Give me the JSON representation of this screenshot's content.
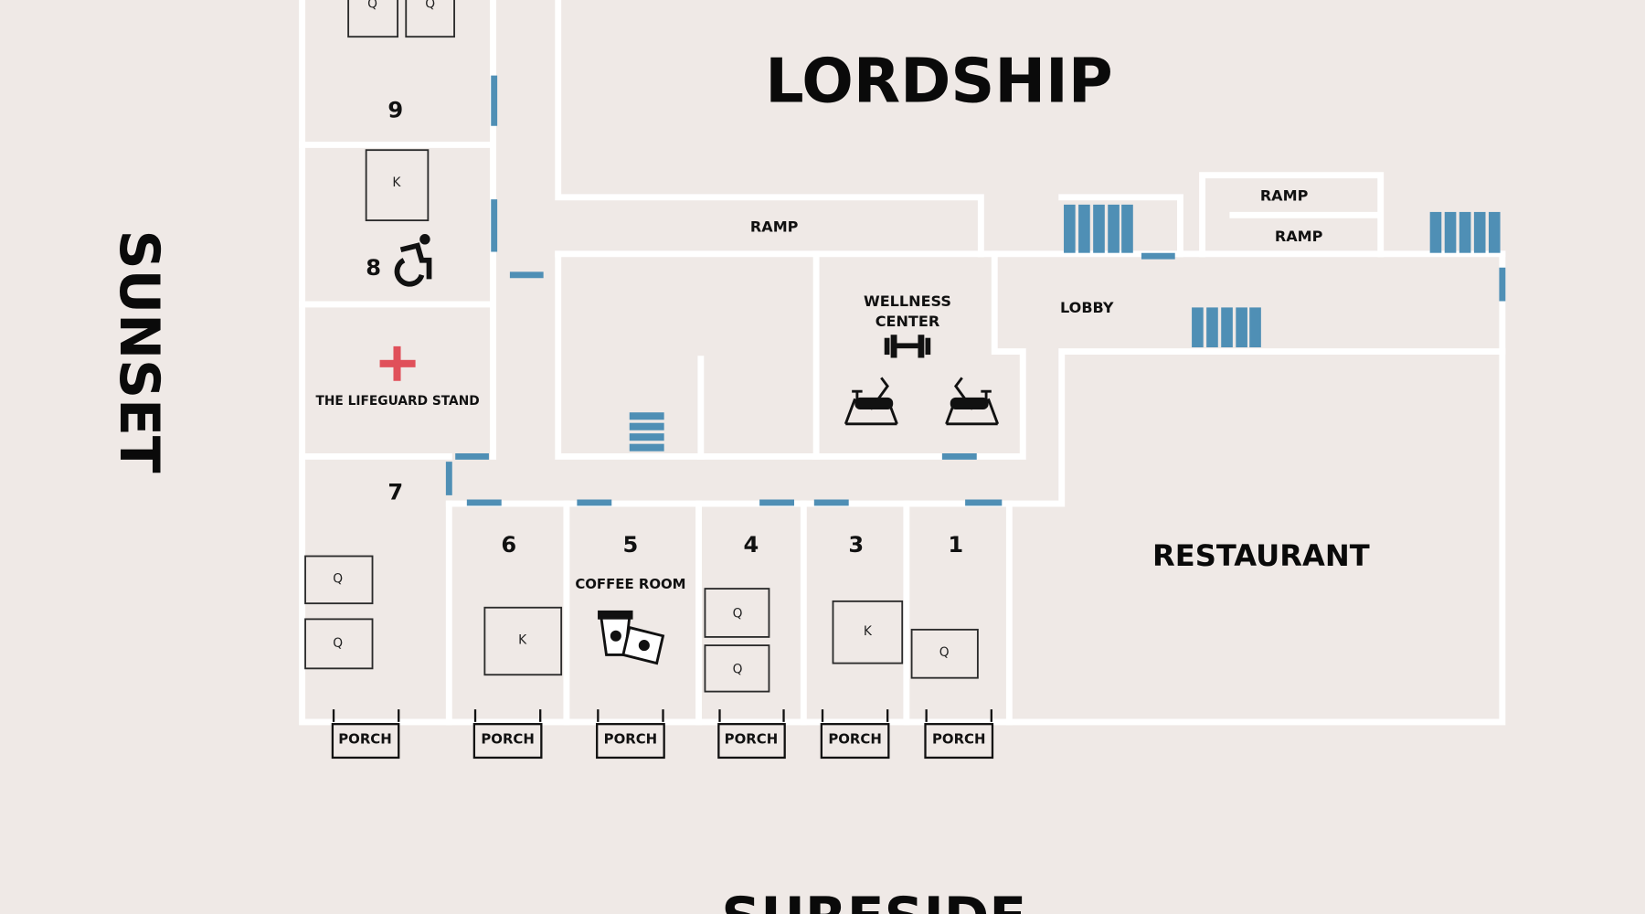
{
  "streets": {
    "north": "LORDSHIP",
    "west": "SUNSET",
    "south": "SURFSIDE"
  },
  "areas": {
    "restaurant": "RESTAURANT",
    "lobby": "LOBBY",
    "wellness_line1": "WELLNESS",
    "wellness_line2": "CENTER",
    "ramp_main": "RAMP",
    "ramp_upper": "RAMP",
    "ramp_lower": "RAMP",
    "lifeguard": "THE LIFEGUARD STAND",
    "coffee": "COFFEE ROOM"
  },
  "rooms": {
    "r9": "9",
    "r8": "8",
    "r7": "7",
    "r6": "6",
    "r5": "5",
    "r4": "4",
    "r3": "3",
    "r1": "1"
  },
  "beds": {
    "queen": "Q",
    "king": "K"
  },
  "porch_label": "PORCH",
  "colors": {
    "background": "#efe9e6",
    "walls": "#ffffff",
    "doors_stairs": "#4f8fb5",
    "first_aid": "#e0505a"
  }
}
